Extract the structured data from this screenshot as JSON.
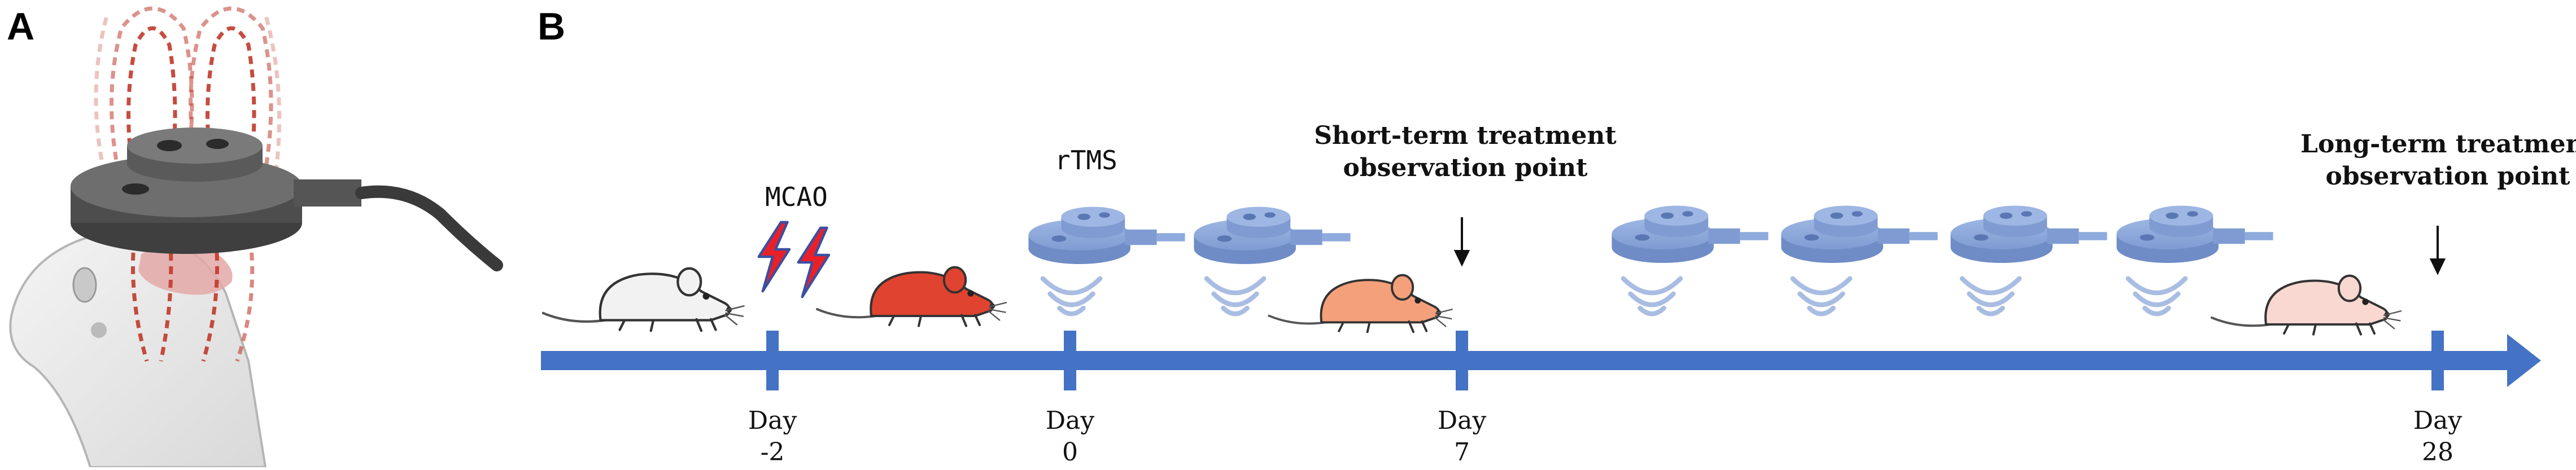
{
  "panels": {
    "a": {
      "letter": "A"
    },
    "b": {
      "letter": "B"
    }
  },
  "labels": {
    "mcao": "MCAO",
    "rtms": "rTMS",
    "short_term": [
      "Short-term treatment",
      "observation point"
    ],
    "long_term": [
      "Long-term treatment",
      "observation point"
    ]
  },
  "timeline": {
    "day_word": "Day",
    "ticks": [
      {
        "day": "-2",
        "name": "day-minus-2"
      },
      {
        "day": "0",
        "name": "day-0"
      },
      {
        "day": "7",
        "name": "day-7"
      },
      {
        "day": "28",
        "name": "day-28"
      }
    ]
  },
  "colors": {
    "timeline": "#4472c4",
    "coil": "#8faadc",
    "wave": "#a9bde3",
    "bolt": "#e8202a",
    "field_lines": "#c0392b",
    "rat_healthy": "#f2f2f2",
    "rat_mcao": "#e0432f",
    "rat_short": "#f4a07a",
    "rat_long": "#f8d8d0"
  },
  "icons": {
    "stimulation_coil": "tms-coil-icon",
    "magnetic_wave": "magnetic-wave-icon",
    "lightning": "lightning-bolt-icon",
    "rat": "rat-icon"
  }
}
